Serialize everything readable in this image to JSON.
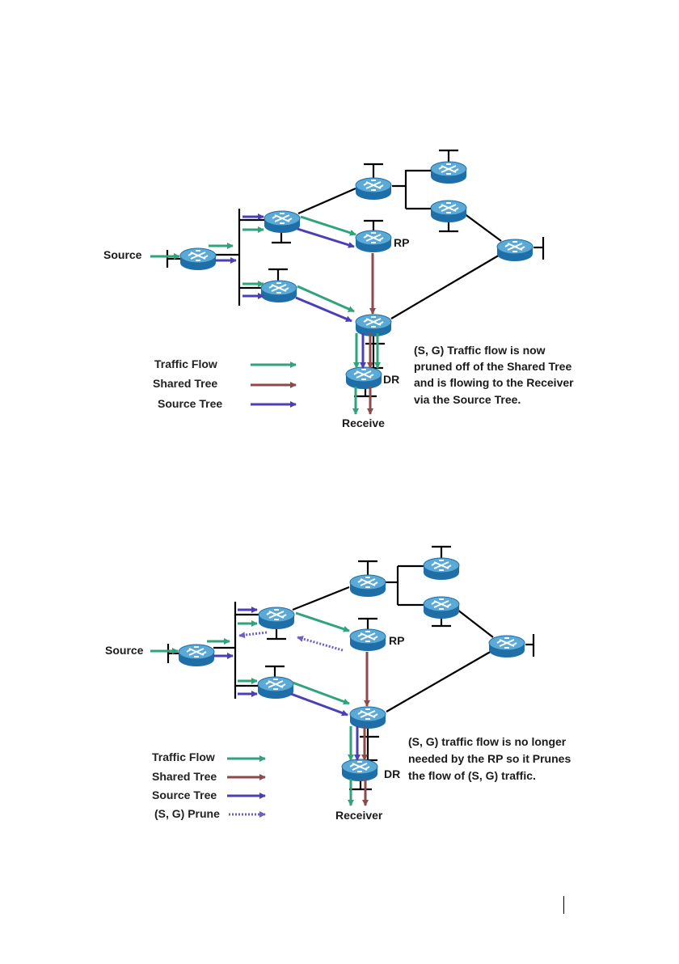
{
  "colors": {
    "traffic_flow": "#2fa37a",
    "shared_tree": "#8e4a4a",
    "source_tree": "#4b3fb5",
    "prune": "#6d5fc8",
    "router_body": "#1e6fa8",
    "router_top": "#5aa9d6",
    "link": "#000000"
  },
  "icons": [
    "router-icon",
    "lan-segment-icon",
    "arrow-icon"
  ],
  "diagram1": {
    "source_label": "Source",
    "rp_label": "RP",
    "dr_label": "DR",
    "receiver_label": "Receive",
    "legend": {
      "traffic_flow": "Traffic Flow",
      "shared_tree": "Shared Tree",
      "source_tree": "Source Tree"
    },
    "note": [
      "(S, G) Traffic flow is now",
      "pruned off of the Shared Tree",
      "and is flowing to the Receiver",
      "via the Source Tree."
    ]
  },
  "diagram2": {
    "source_label": "Source",
    "rp_label": "RP",
    "dr_label": "DR",
    "receiver_label": "Receiver",
    "legend": {
      "traffic_flow": "Traffic Flow",
      "shared_tree": "Shared Tree",
      "source_tree": "Source Tree",
      "prune": "(S, G) Prune"
    },
    "note": [
      "(S, G) traffic flow is no longer",
      "needed by the RP so it Prunes",
      "the flow of (S, G) traffic."
    ]
  }
}
